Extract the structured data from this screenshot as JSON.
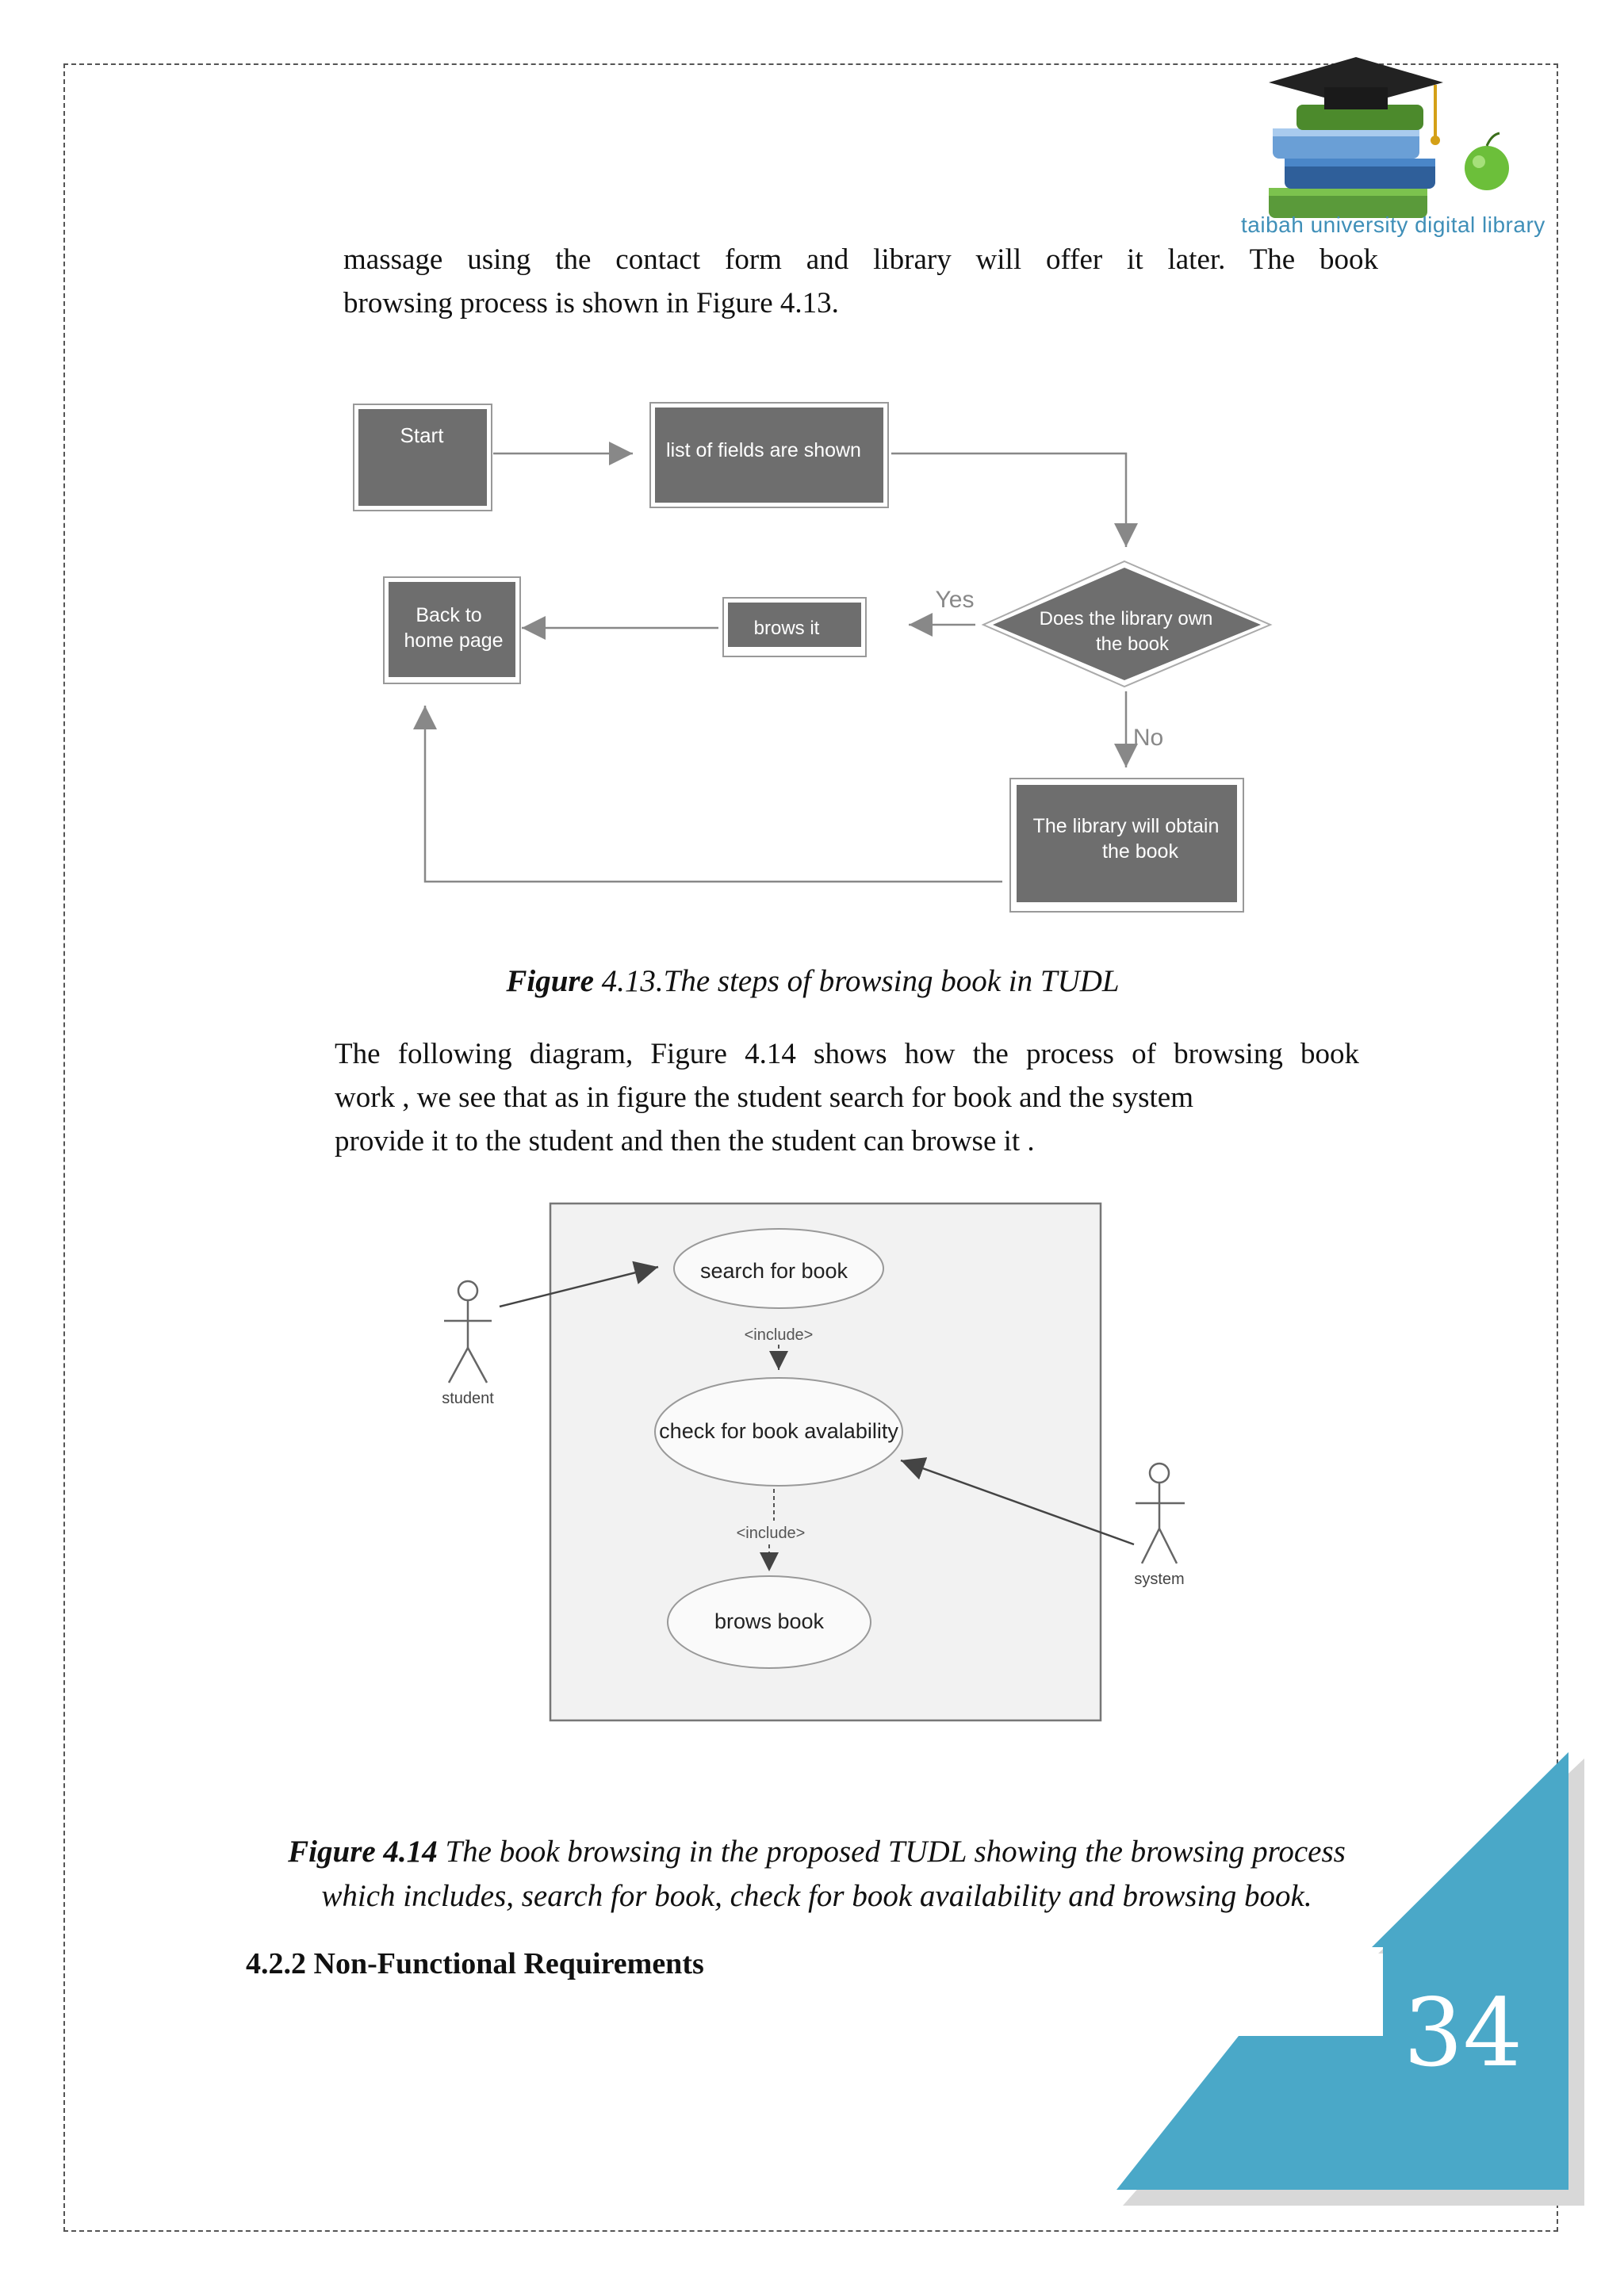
{
  "header": {
    "logo_text": "taibah university digital library"
  },
  "intro_paragraph": {
    "line1": "massage using the contact form and library will offer it later. The book",
    "line2": "browsing process is shown in Figure 4.13."
  },
  "flowchart": {
    "start": "Start",
    "list_fields": "list of fields are shown",
    "decision_line1": "Does the library own",
    "decision_line2": "the book",
    "yes_label": "Yes",
    "no_label": "No",
    "brows": "brows it",
    "back_line1": "Back to",
    "back_line2": "home page",
    "obtain_line1": "The library will obtain",
    "obtain_line2": "the book"
  },
  "figure1_caption": {
    "lead": "Figure",
    "text": " 4.13.The steps of browsing book in TUDL"
  },
  "second_paragraph": {
    "line1": "The following diagram, Figure 4.14 shows how the process of browsing book",
    "line2": "work , we see that as in figure  the student search for book and the system",
    "line3": "provide it to the student and then the student can browse it ."
  },
  "use_case": {
    "search": "search for book",
    "include1": "<include>",
    "check": "check for book avalability",
    "include2": "<include>",
    "brows": "brows book",
    "actor_student": "student",
    "actor_system": "system"
  },
  "figure2_caption": {
    "lead": "Figure 4.14",
    "line1_rest": " The book browsing in the proposed TUDL showing the browsing process",
    "line2": "which includes, search for book, check for book availability and browsing book."
  },
  "section_heading": "4.2.2 Non-Functional  Requirements",
  "page_number": "34",
  "colors": {
    "box_fill": "#6e6e6e",
    "page_corner": "#4aa8c8",
    "logo_accent": "#3f8fb8"
  }
}
